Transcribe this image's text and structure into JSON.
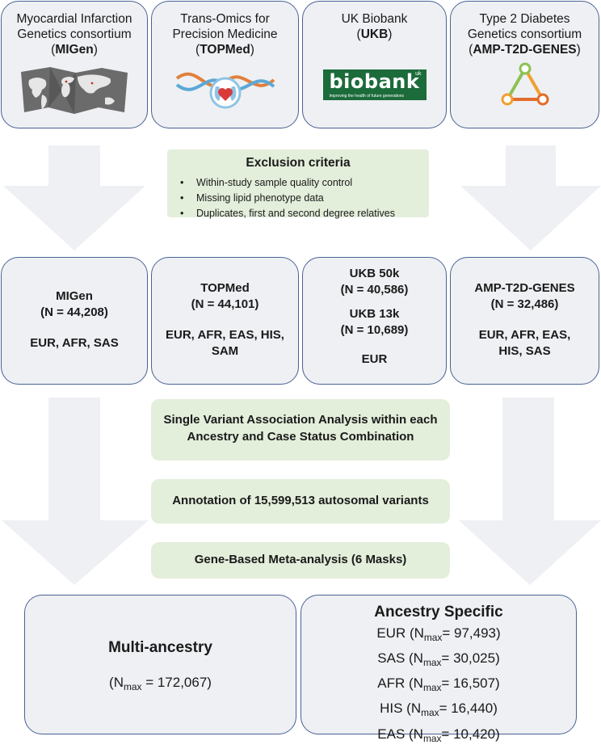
{
  "sources": [
    {
      "line1": "Myocardial Infarction",
      "line2": "Genetics consortium",
      "abbr": "MIGen",
      "icon": "world-map-icon"
    },
    {
      "line1": "Trans-Omics for",
      "line2": "Precision Medicine",
      "abbr": "TOPMed",
      "icon": "dna-heart-lungs-icon"
    },
    {
      "line1": "UK Biobank",
      "line2": "",
      "abbr": "UKB",
      "icon": "biobank-logo-icon",
      "logo_text": "biobank",
      "logo_sup": "uk",
      "logo_tagline": "Improving the health of future generations"
    },
    {
      "line1": "Type 2 Diabetes",
      "line2": "Genetics consortium",
      "abbr": "AMP-T2D-GENES",
      "icon": "triangle-network-icon"
    }
  ],
  "exclusion": {
    "title": "Exclusion criteria",
    "items": [
      "Within-study sample quality control",
      "Missing lipid phenotype data",
      "Duplicates, first and second degree relatives"
    ]
  },
  "cohorts": [
    {
      "name": "MIGen",
      "n": "(N = 44,208)",
      "ancestry": "EUR, AFR, SAS",
      "ancestry2": ""
    },
    {
      "name": "TOPMed",
      "n": "(N = 44,101)",
      "ancestry": "EUR, AFR, EAS, HIS,",
      "ancestry2": "SAM"
    },
    {
      "name": "UKB 50k",
      "n": "(N = 40,586)",
      "name2": "UKB 13k",
      "n2": "(N = 10,689)",
      "ancestry": "EUR"
    },
    {
      "name": "AMP-T2D-GENES",
      "n": "(N = 32,486)",
      "ancestry": "EUR, AFR, EAS,",
      "ancestry2": "HIS, SAS"
    }
  ],
  "steps": [
    {
      "line1": "Single Variant Association Analysis within each",
      "line2": "Ancestry and Case Status Combination"
    },
    {
      "line1": "Annotation of 15,599,513 autosomal variants"
    },
    {
      "line1": "Gene-Based Meta-analysis (6 Masks)"
    }
  ],
  "results": {
    "multi": {
      "title": "Multi-ancestry",
      "n_prefix": "(N",
      "n_sub": "max",
      "n_value": "= 172,067)"
    },
    "specific": {
      "title": "Ancestry Specific",
      "rows": [
        {
          "anc": "EUR (N",
          "sub": "max",
          "val": "= 97,493)"
        },
        {
          "anc": "SAS (N",
          "sub": "max",
          "val": "= 30,025)"
        },
        {
          "anc": "AFR (N",
          "sub": "max",
          "val": "= 16,507)"
        },
        {
          "anc": "HIS (N",
          "sub": "max",
          "val": "= 16,440)"
        },
        {
          "anc": "EAS (N",
          "sub": "max",
          "val": "= 10,420)"
        }
      ]
    }
  },
  "colors": {
    "box_fill": "#eef0f3",
    "box_border": "#4a6296",
    "green_fill": "#e3eedb",
    "arrow": "#eef0f3"
  }
}
